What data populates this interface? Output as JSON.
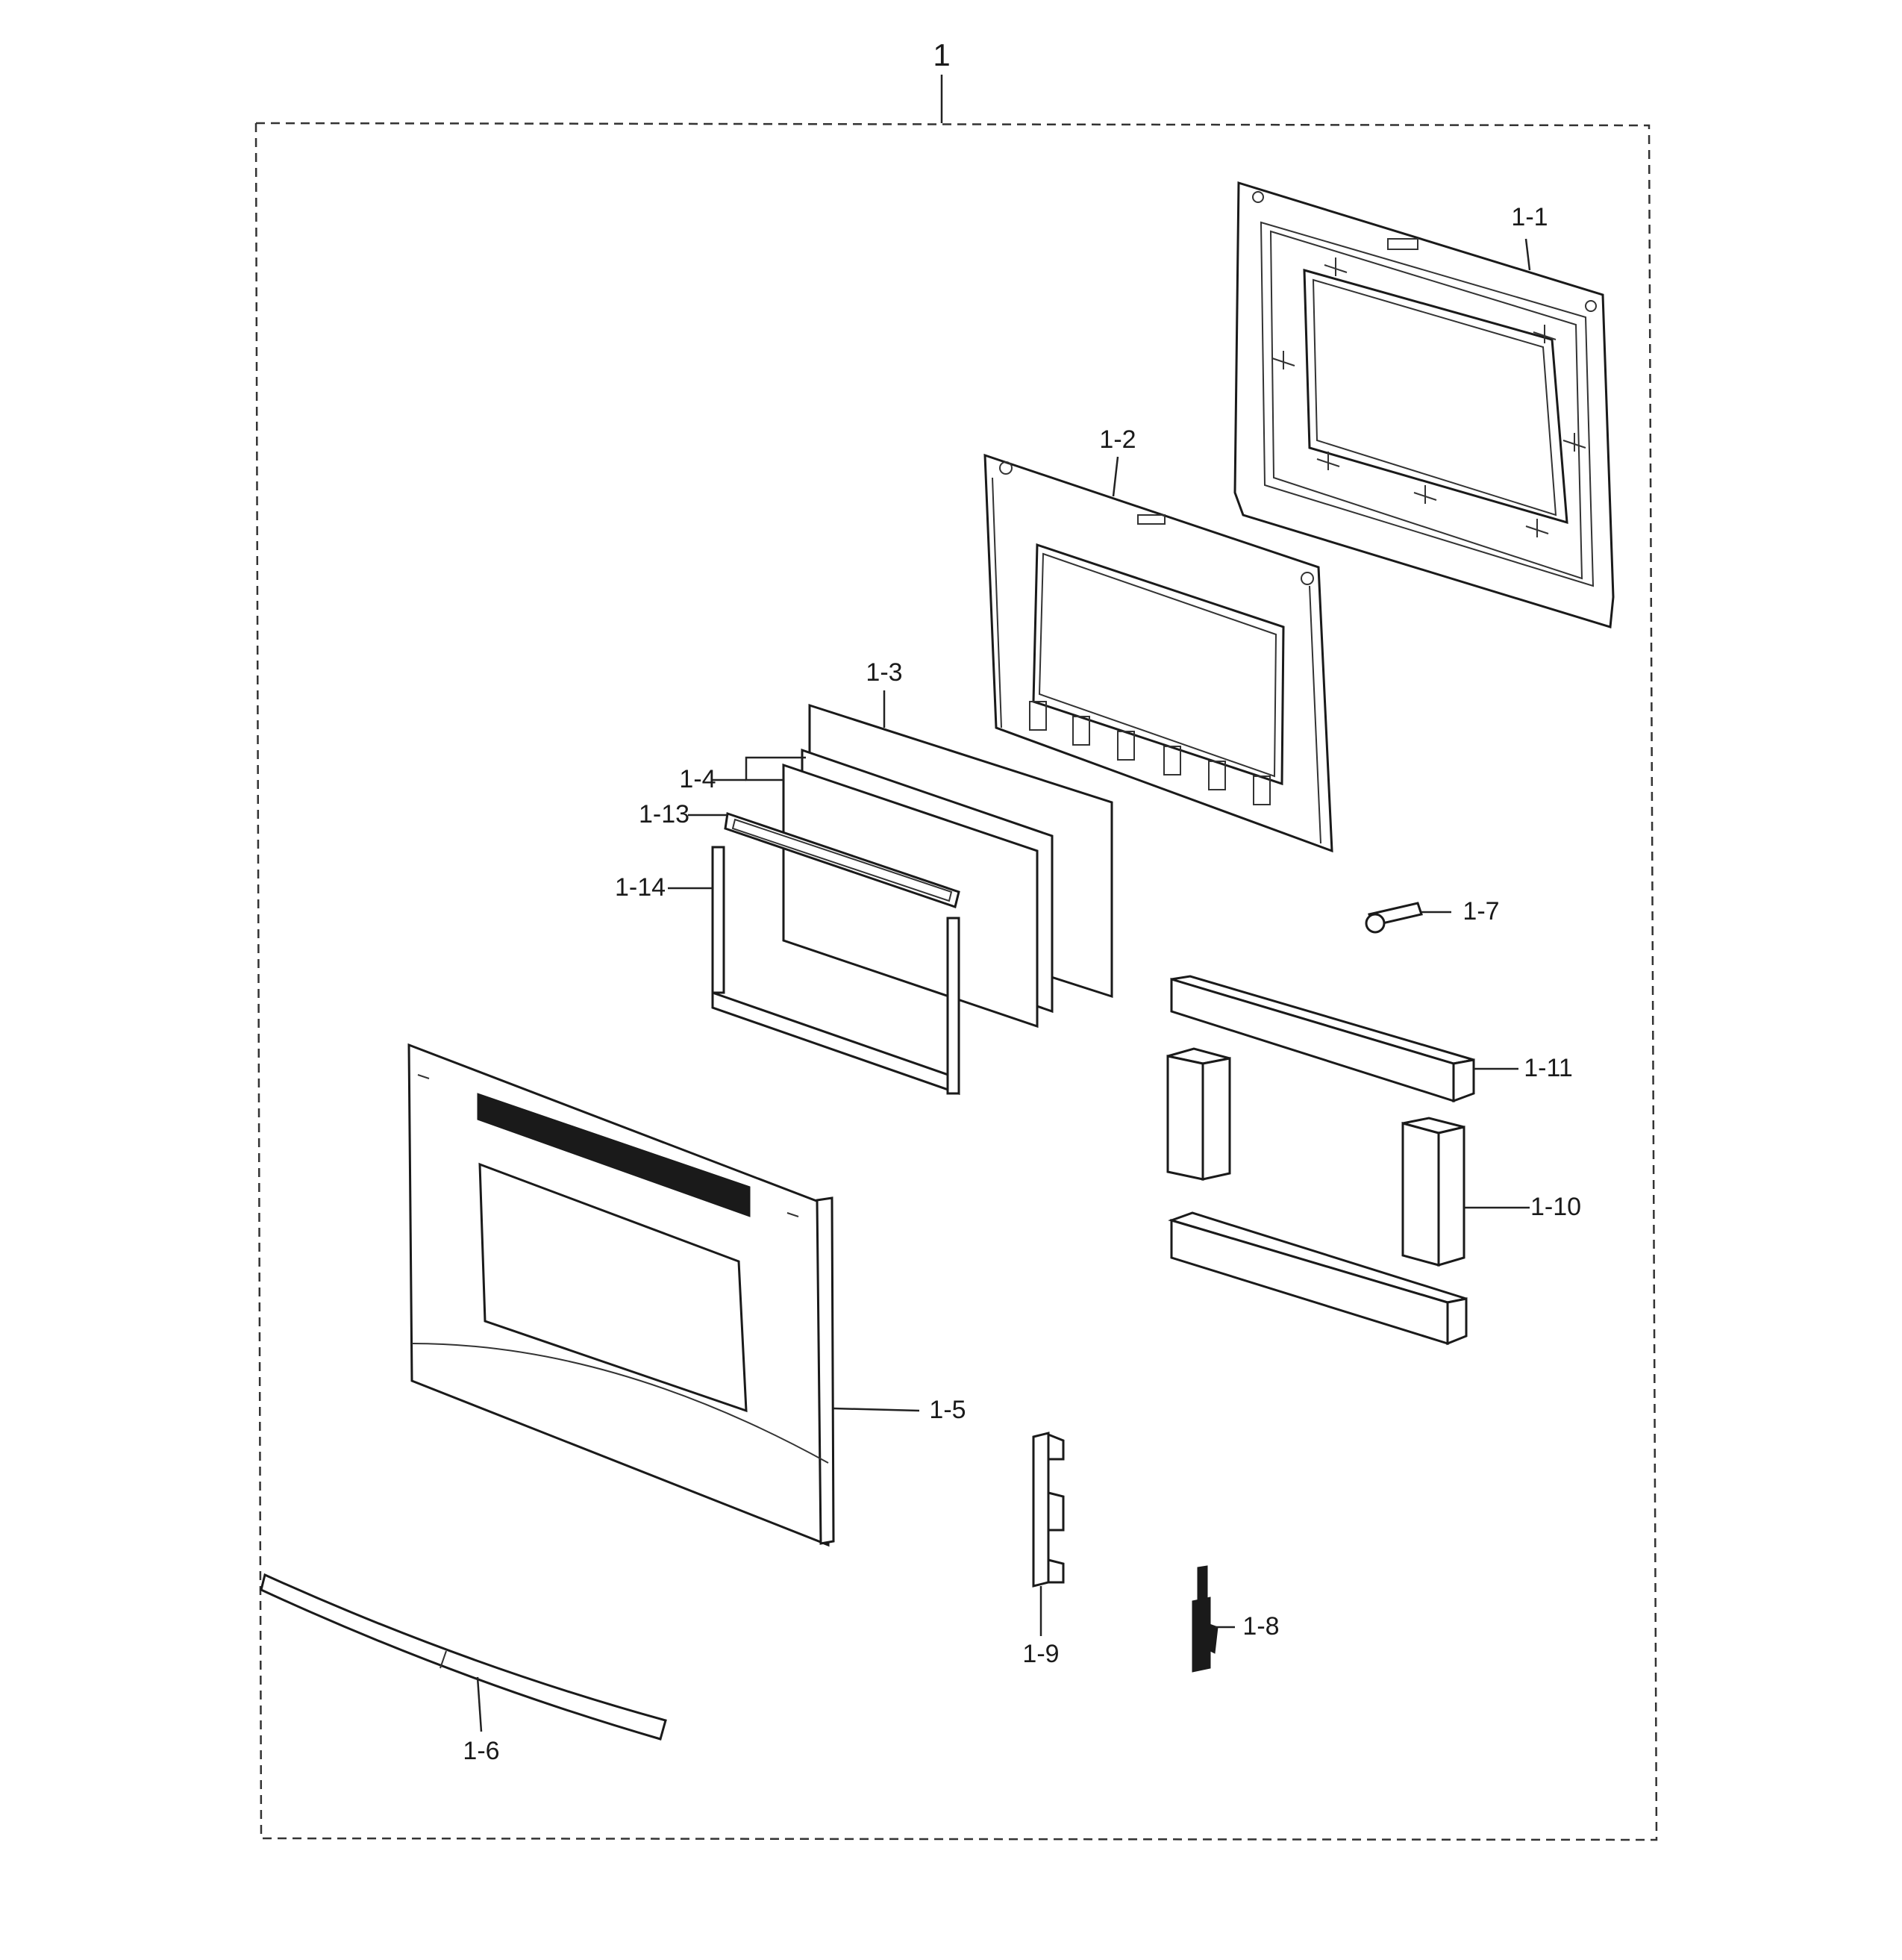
{
  "assembly": {
    "number": "1"
  },
  "callouts": {
    "p1_1": "1-1",
    "p1_2": "1-2",
    "p1_3": "1-3",
    "p1_4": "1-4",
    "p1_5": "1-5",
    "p1_6": "1-6",
    "p1_7": "1-7",
    "p1_8": "1-8",
    "p1_9": "1-9",
    "p1_10": "1-10",
    "p1_11": "1-11",
    "p1_13": "1-13",
    "p1_14": "1-14"
  },
  "colors": {
    "line": "#1a1a1a",
    "background": "#ffffff"
  }
}
